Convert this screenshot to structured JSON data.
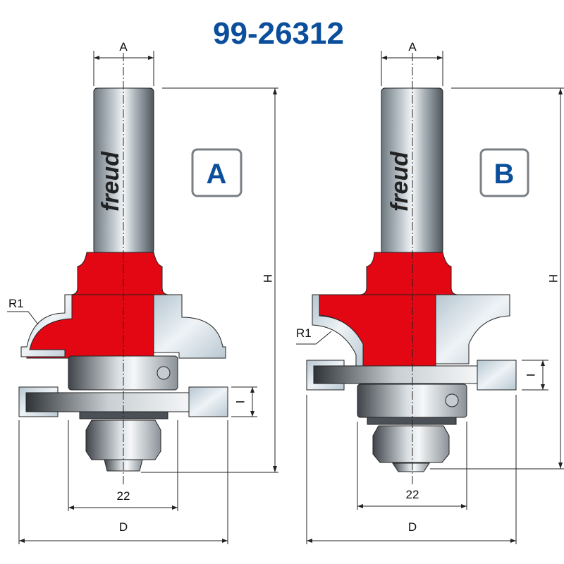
{
  "title": "99-26312",
  "colors": {
    "title": "#0b4f9c",
    "cutter": "#e30613",
    "carbide": "#cfdde6",
    "steel": "#9aa2a8"
  },
  "variants": [
    {
      "box_label": "A",
      "dim_shank": "A",
      "dim_height": "H",
      "dim_slot": "I",
      "radius": "R1",
      "bearing_dia": "22",
      "dim_diameter": "D",
      "logo": "freud"
    },
    {
      "box_label": "B",
      "dim_shank": "A",
      "dim_height": "H",
      "dim_slot": "I",
      "radius": "R1",
      "bearing_dia": "22",
      "dim_diameter": "D",
      "logo": "freud"
    }
  ]
}
